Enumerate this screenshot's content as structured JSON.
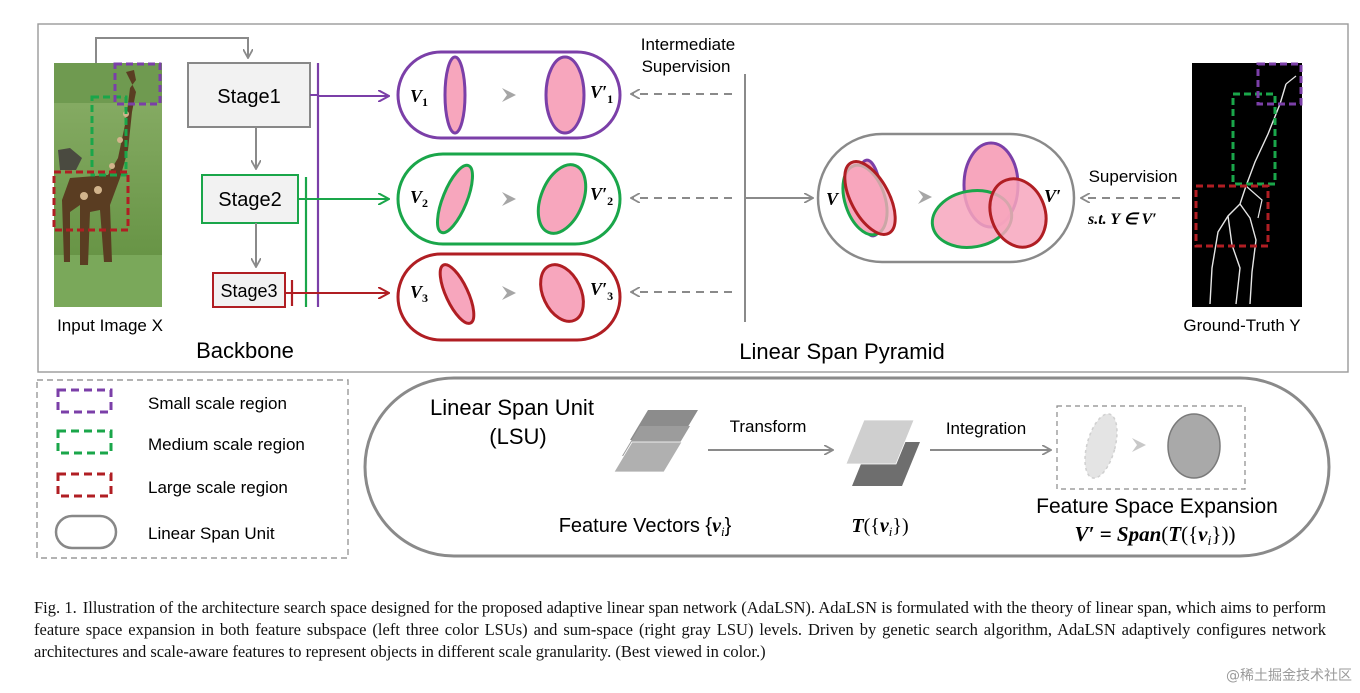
{
  "labels": {
    "intermediate_supervision_line1": "Intermediate",
    "intermediate_supervision_line2": "Supervision",
    "supervision": "Supervision",
    "constraint": "s.t.  Y ∈ V′",
    "input_image": "Input Image X",
    "ground_truth": "Ground-Truth Y",
    "backbone": "Backbone",
    "pyramid": "Linear Span Pyramid",
    "sum_v": "V",
    "sum_vprime": "V′"
  },
  "stages": [
    {
      "label": "Stage1",
      "v": "V",
      "sub": "1",
      "vp": "V′",
      "color": "#7b3fa8"
    },
    {
      "label": "Stage2",
      "v": "V",
      "sub": "2",
      "vp": "V′",
      "color": "#1aa64a"
    },
    {
      "label": "Stage3",
      "v": "V",
      "sub": "3",
      "vp": "V′",
      "color": "#b01e23"
    }
  ],
  "legend": [
    {
      "label": "Small scale region",
      "color": "#7b3fa8"
    },
    {
      "label": "Medium scale region",
      "color": "#1aa64a"
    },
    {
      "label": "Large scale region",
      "color": "#b01e23"
    },
    {
      "label": "Linear Span Unit",
      "color": "#777777"
    }
  ],
  "lsu": {
    "title_line1": "Linear Span Unit",
    "title_line2": "(LSU)",
    "transform": "Transform",
    "integration": "Integration",
    "feature_vectors": "Feature Vectors {",
    "feature_vectors_var": "v",
    "feature_vectors_sub": "i",
    "feature_vectors_close": "}",
    "t_label_T": "T",
    "t_label_open": "({",
    "t_label_var": "v",
    "t_label_sub": "i",
    "t_label_close": "})",
    "expansion_title": "Feature Space Expansion",
    "formula_lhs": "V′ = ",
    "formula_span": "Span",
    "formula_open": "(",
    "formula_T": "T",
    "formula_mid": "({",
    "formula_var": "v",
    "formula_sub": "i",
    "formula_close": "}))"
  },
  "caption": {
    "label": "Fig. 1.",
    "text": "Illustration of the architecture search space designed for the proposed adaptive linear span network (AdaLSN). AdaLSN is formulated with the theory of linear span, which aims to perform feature space expansion in both feature subspace (left three color LSUs) and sum-space (right gray LSU) levels. Driven by genetic search algorithm, AdaLSN adaptively configures network architectures and scale-aware features to represent objects in different scale granularity. (Best viewed in color.)"
  },
  "watermark": "@稀土掘金技术社区",
  "colors": {
    "purple": "#7b3fa8",
    "green": "#1aa64a",
    "red": "#b01e23",
    "pink": "#f7a6bd",
    "arrow_gray": "#8a8a8a",
    "panel_border": "#8a8a8a"
  }
}
